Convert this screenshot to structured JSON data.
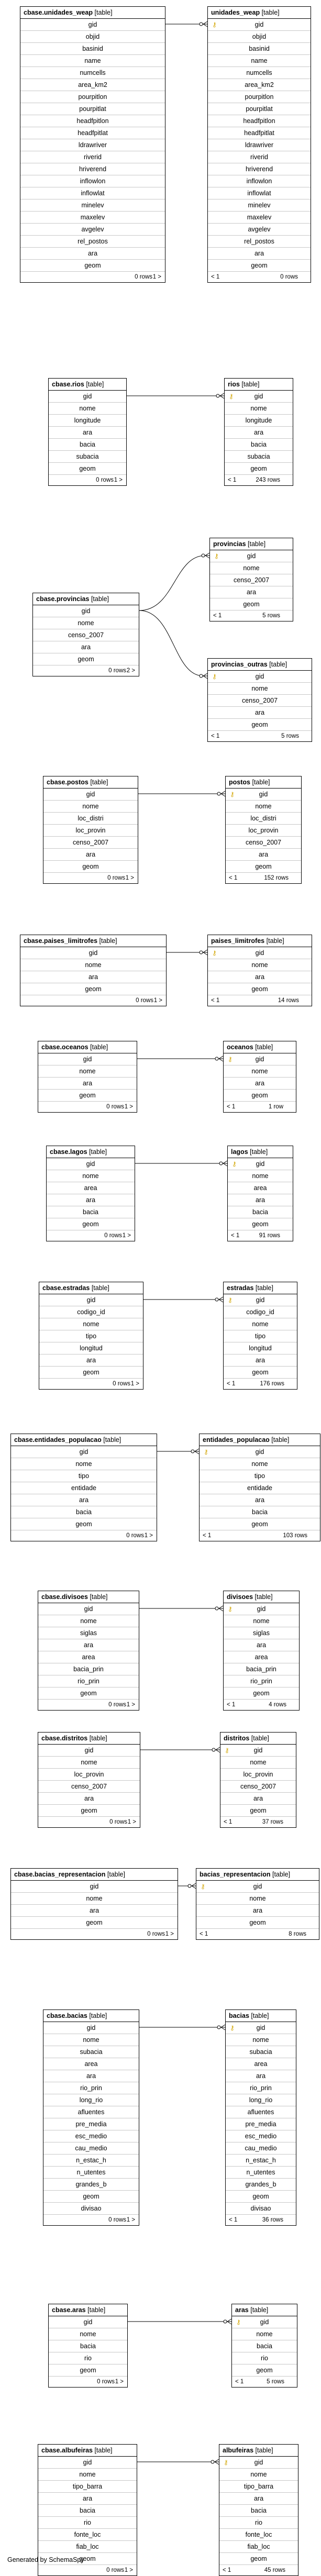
{
  "footer": "Generated by SchemaSpy",
  "tables": [
    {
      "id": "cbase.unidades_weap",
      "name": "cbase.unidades_weap",
      "tag": "[table]",
      "left": {
        "arrow": "<"
      },
      "cols": [
        "gid",
        "objid",
        "basinid",
        "name",
        "numcells",
        "area_km2",
        "pourpitlon",
        "pourpitlat",
        "headfpitlon",
        "headfpitlat",
        "ldrawriver",
        "riverid",
        "hriverend",
        "inflowlon",
        "inflowlat",
        "minelev",
        "maxelev",
        "avgelev",
        "rel_postos",
        "ara",
        "geom"
      ],
      "rows": "0 rows",
      "gt": "1 >",
      "lt": ""
    },
    {
      "id": "unidades_weap",
      "name": "unidades_weap",
      "tag": "[table]",
      "keyCol": 0,
      "cols": [
        "gid",
        "objid",
        "basinid",
        "name",
        "numcells",
        "area_km2",
        "pourpitlon",
        "pourpitlat",
        "headfpitlon",
        "headfpitlat",
        "ldrawriver",
        "riverid",
        "hriverend",
        "inflowlon",
        "inflowlat",
        "minelev",
        "maxelev",
        "avgelev",
        "rel_postos",
        "ara",
        "geom"
      ],
      "rows": "0 rows",
      "gt": "",
      "lt": "< 1"
    },
    {
      "id": "cbase.rios",
      "name": "cbase.rios",
      "tag": "[table]",
      "cols": [
        "gid",
        "nome",
        "longitude",
        "ara",
        "bacia",
        "subacia",
        "geom"
      ],
      "rows": "0 rows",
      "gt": "1 >",
      "lt": ""
    },
    {
      "id": "rios",
      "name": "rios",
      "tag": "[table]",
      "keyCol": 0,
      "cols": [
        "gid",
        "nome",
        "longitude",
        "ara",
        "bacia",
        "subacia",
        "geom"
      ],
      "rows": "243 rows",
      "gt": "",
      "lt": "< 1"
    },
    {
      "id": "provincias",
      "name": "provincias",
      "tag": "[table]",
      "keyCol": 0,
      "cols": [
        "gid",
        "nome",
        "censo_2007",
        "ara",
        "geom"
      ],
      "rows": "5 rows",
      "gt": "",
      "lt": "< 1"
    },
    {
      "id": "cbase.provincias",
      "name": "cbase.provincias",
      "tag": "[table]",
      "cols": [
        "gid",
        "nome",
        "censo_2007",
        "ara",
        "geom"
      ],
      "rows": "0 rows",
      "gt": "2 >",
      "lt": ""
    },
    {
      "id": "provincias_outras",
      "name": "provincias_outras",
      "tag": "[table]",
      "keyCol": 0,
      "cols": [
        "gid",
        "nome",
        "censo_2007",
        "ara",
        "geom"
      ],
      "rows": "5 rows",
      "gt": "",
      "lt": "< 1"
    },
    {
      "id": "cbase.postos",
      "name": "cbase.postos",
      "tag": "[table]",
      "cols": [
        "gid",
        "nome",
        "loc_distri",
        "loc_provin",
        "censo_2007",
        "ara",
        "geom"
      ],
      "rows": "0 rows",
      "gt": "1 >",
      "lt": ""
    },
    {
      "id": "postos",
      "name": "postos",
      "tag": "[table]",
      "keyCol": 0,
      "cols": [
        "gid",
        "nome",
        "loc_distri",
        "loc_provin",
        "censo_2007",
        "ara",
        "geom"
      ],
      "rows": "152 rows",
      "gt": "",
      "lt": "< 1"
    },
    {
      "id": "cbase.paises_limitrofes",
      "name": "cbase.paises_limitrofes",
      "tag": "[table]",
      "cols": [
        "gid",
        "nome",
        "ara",
        "geom"
      ],
      "rows": "0 rows",
      "gt": "1 >",
      "lt": ""
    },
    {
      "id": "paises_limitrofes",
      "name": "paises_limitrofes",
      "tag": "[table]",
      "keyCol": 0,
      "cols": [
        "gid",
        "nome",
        "ara",
        "geom"
      ],
      "rows": "14 rows",
      "gt": "",
      "lt": "< 1"
    },
    {
      "id": "cbase.oceanos",
      "name": "cbase.oceanos",
      "tag": "[table]",
      "cols": [
        "gid",
        "nome",
        "ara",
        "geom"
      ],
      "rows": "0 rows",
      "gt": "1 >",
      "lt": ""
    },
    {
      "id": "oceanos",
      "name": "oceanos",
      "tag": "[table]",
      "keyCol": 0,
      "cols": [
        "gid",
        "nome",
        "ara",
        "geom"
      ],
      "rows": "1 row",
      "gt": "",
      "lt": "< 1"
    },
    {
      "id": "cbase.lagos",
      "name": "cbase.lagos",
      "tag": "[table]",
      "cols": [
        "gid",
        "nome",
        "area",
        "ara",
        "bacia",
        "geom"
      ],
      "rows": "0 rows",
      "gt": "1 >",
      "lt": ""
    },
    {
      "id": "lagos",
      "name": "lagos",
      "tag": "[table]",
      "keyCol": 0,
      "cols": [
        "gid",
        "nome",
        "area",
        "ara",
        "bacia",
        "geom"
      ],
      "rows": "91 rows",
      "gt": "",
      "lt": "< 1"
    },
    {
      "id": "cbase.estradas",
      "name": "cbase.estradas",
      "tag": "[table]",
      "cols": [
        "gid",
        "codigo_id",
        "nome",
        "tipo",
        "longitud",
        "ara",
        "geom"
      ],
      "rows": "0 rows",
      "gt": "1 >",
      "lt": ""
    },
    {
      "id": "estradas",
      "name": "estradas",
      "tag": "[table]",
      "keyCol": 0,
      "cols": [
        "gid",
        "codigo_id",
        "nome",
        "tipo",
        "longitud",
        "ara",
        "geom"
      ],
      "rows": "176 rows",
      "gt": "",
      "lt": "< 1"
    },
    {
      "id": "cbase.entidades_populacao",
      "name": "cbase.entidades_populacao",
      "tag": "[table]",
      "cols": [
        "gid",
        "nome",
        "tipo",
        "entidade",
        "ara",
        "bacia",
        "geom"
      ],
      "rows": "0 rows",
      "gt": "1 >",
      "lt": ""
    },
    {
      "id": "entidades_populacao",
      "name": "entidades_populacao",
      "tag": "[table]",
      "keyCol": 0,
      "cols": [
        "gid",
        "nome",
        "tipo",
        "entidade",
        "ara",
        "bacia",
        "geom"
      ],
      "rows": "103 rows",
      "gt": "",
      "lt": "< 1"
    },
    {
      "id": "cbase.divisoes",
      "name": "cbase.divisoes",
      "tag": "[table]",
      "cols": [
        "gid",
        "nome",
        "siglas",
        "ara",
        "area",
        "bacia_prin",
        "rio_prin",
        "geom"
      ],
      "rows": "0 rows",
      "gt": "1 >",
      "lt": ""
    },
    {
      "id": "divisoes",
      "name": "divisoes",
      "tag": "[table]",
      "keyCol": 0,
      "cols": [
        "gid",
        "nome",
        "siglas",
        "ara",
        "area",
        "bacia_prin",
        "rio_prin",
        "geom"
      ],
      "rows": "4 rows",
      "gt": "",
      "lt": "< 1"
    },
    {
      "id": "cbase.distritos",
      "name": "cbase.distritos",
      "tag": "[table]",
      "cols": [
        "gid",
        "nome",
        "loc_provin",
        "censo_2007",
        "ara",
        "geom"
      ],
      "rows": "0 rows",
      "gt": "1 >",
      "lt": ""
    },
    {
      "id": "distritos",
      "name": "distritos",
      "tag": "[table]",
      "keyCol": 0,
      "cols": [
        "gid",
        "nome",
        "loc_provin",
        "censo_2007",
        "ara",
        "geom"
      ],
      "rows": "37 rows",
      "gt": "",
      "lt": "< 1"
    },
    {
      "id": "cbase.bacias_representacion",
      "name": "cbase.bacias_representacion",
      "tag": "[table]",
      "cols": [
        "gid",
        "nome",
        "ara",
        "geom"
      ],
      "rows": "0 rows",
      "gt": "1 >",
      "lt": ""
    },
    {
      "id": "bacias_representacion",
      "name": "bacias_representacion",
      "tag": "[table]",
      "keyCol": 0,
      "cols": [
        "gid",
        "nome",
        "ara",
        "geom"
      ],
      "rows": "8 rows",
      "gt": "",
      "lt": "< 1"
    },
    {
      "id": "cbase.bacias",
      "name": "cbase.bacias",
      "tag": "[table]",
      "cols": [
        "gid",
        "nome",
        "subacia",
        "area",
        "ara",
        "rio_prin",
        "long_rio",
        "afluentes",
        "pre_media",
        "esc_medio",
        "cau_medio",
        "n_estac_h",
        "n_utentes",
        "grandes_b",
        "geom",
        "divisao"
      ],
      "rows": "0 rows",
      "gt": "1 >",
      "lt": ""
    },
    {
      "id": "bacias",
      "name": "bacias",
      "tag": "[table]",
      "keyCol": 0,
      "cols": [
        "gid",
        "nome",
        "subacia",
        "area",
        "ara",
        "rio_prin",
        "long_rio",
        "afluentes",
        "pre_media",
        "esc_medio",
        "cau_medio",
        "n_estac_h",
        "n_utentes",
        "grandes_b",
        "geom",
        "divisao"
      ],
      "rows": "36 rows",
      "gt": "",
      "lt": "< 1"
    },
    {
      "id": "cbase.aras",
      "name": "cbase.aras",
      "tag": "[table]",
      "cols": [
        "gid",
        "nome",
        "bacia",
        "rio",
        "geom"
      ],
      "rows": "0 rows",
      "gt": "1 >",
      "lt": ""
    },
    {
      "id": "aras",
      "name": "aras",
      "tag": "[table]",
      "keyCol": 0,
      "cols": [
        "gid",
        "nome",
        "bacia",
        "rio",
        "geom"
      ],
      "rows": "5 rows",
      "gt": "",
      "lt": "< 1"
    },
    {
      "id": "cbase.albufeiras",
      "name": "cbase.albufeiras",
      "tag": "[table]",
      "cols": [
        "gid",
        "nome",
        "tipo_barra",
        "ara",
        "bacia",
        "rio",
        "fonte_loc",
        "fiab_loc",
        "geom"
      ],
      "rows": "0 rows",
      "gt": "1 >",
      "lt": ""
    },
    {
      "id": "albufeiras",
      "name": "albufeiras",
      "tag": "[table]",
      "keyCol": 0,
      "cols": [
        "gid",
        "nome",
        "tipo_barra",
        "ara",
        "bacia",
        "rio",
        "fonte_loc",
        "fiab_loc",
        "geom"
      ],
      "rows": "45 rows",
      "gt": "",
      "lt": "< 1"
    }
  ],
  "relations": [
    [
      "cbase.unidades_weap",
      "unidades_weap"
    ],
    [
      "cbase.rios",
      "rios"
    ],
    [
      "cbase.provincias",
      "provincias"
    ],
    [
      "cbase.provincias",
      "provincias_outras"
    ],
    [
      "cbase.postos",
      "postos"
    ],
    [
      "cbase.paises_limitrofes",
      "paises_limitrofes"
    ],
    [
      "cbase.oceanos",
      "oceanos"
    ],
    [
      "cbase.lagos",
      "lagos"
    ],
    [
      "cbase.estradas",
      "estradas"
    ],
    [
      "cbase.entidades_populacao",
      "entidades_populacao"
    ],
    [
      "cbase.divisoes",
      "divisoes"
    ],
    [
      "cbase.distritos",
      "distritos"
    ],
    [
      "cbase.bacias_representacion",
      "bacias_representacion"
    ],
    [
      "cbase.bacias",
      "bacias"
    ],
    [
      "cbase.aras",
      "aras"
    ],
    [
      "cbase.albufeiras",
      "albufeiras"
    ]
  ]
}
